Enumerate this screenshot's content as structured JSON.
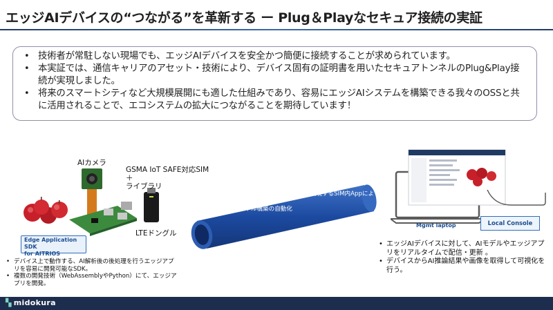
{
  "title": "エッジAIデバイスの“つながる”を革新する ー Plug＆Playなセキュア接続の実証",
  "summary": [
    "技術者が常駐しない現場でも、エッジAIデバイスを安全かつ簡便に接続することが求められています。",
    "本実証では、通信キャリアのアセット・技術により、デバイス固有の証明書を用いたセキュアトンネルのPlug&Play接続が実現しました。",
    "将来のスマートシティなど大規模展開にも適した仕組みであり、容易にエッジAIシステムを構築できる我々のOSSと共に活用されることで、エコシステムの拡大につながることを期待しています！"
  ],
  "device": {
    "camera_label": "AIカメラ",
    "sim_label": "GSMA IoT SAFE対応SIM＋\nライブラリ",
    "dongle_label": "LTEドングル",
    "sdk_badge": "Edge Application SDK\nfor AITRIOS",
    "notes": [
      "デバイス上で動作する、AI解析後の後処理を行うエッジアプリを容易に開発可能なSDK。",
      "複数の開発技術（WebAssemblyやPython）にて、エッジアプリを開発。"
    ]
  },
  "tunnel": {
    "notes": [
      "通信キャリア基盤と、強固な安全性を実現するSIM内Appによるデバイス証明書配布",
      "セキュアトンネル構築の自動化"
    ]
  },
  "console": {
    "mgmt_label": "Mgmt laptop",
    "local_console_label": "Local Console",
    "notes": [
      "エッジAIデバイスに対して、AIモデルやエッジアプリをリアルタイムで配信・更新 。",
      "デバイスからAI推論結果や画像を取得して可視化を行う。"
    ]
  },
  "footer": {
    "brand": "midokura"
  },
  "colors": {
    "accent": "#2f6db8",
    "pipe": "#1f4fa8",
    "footer": "#1d2d4d",
    "apple": "#c8202a"
  }
}
